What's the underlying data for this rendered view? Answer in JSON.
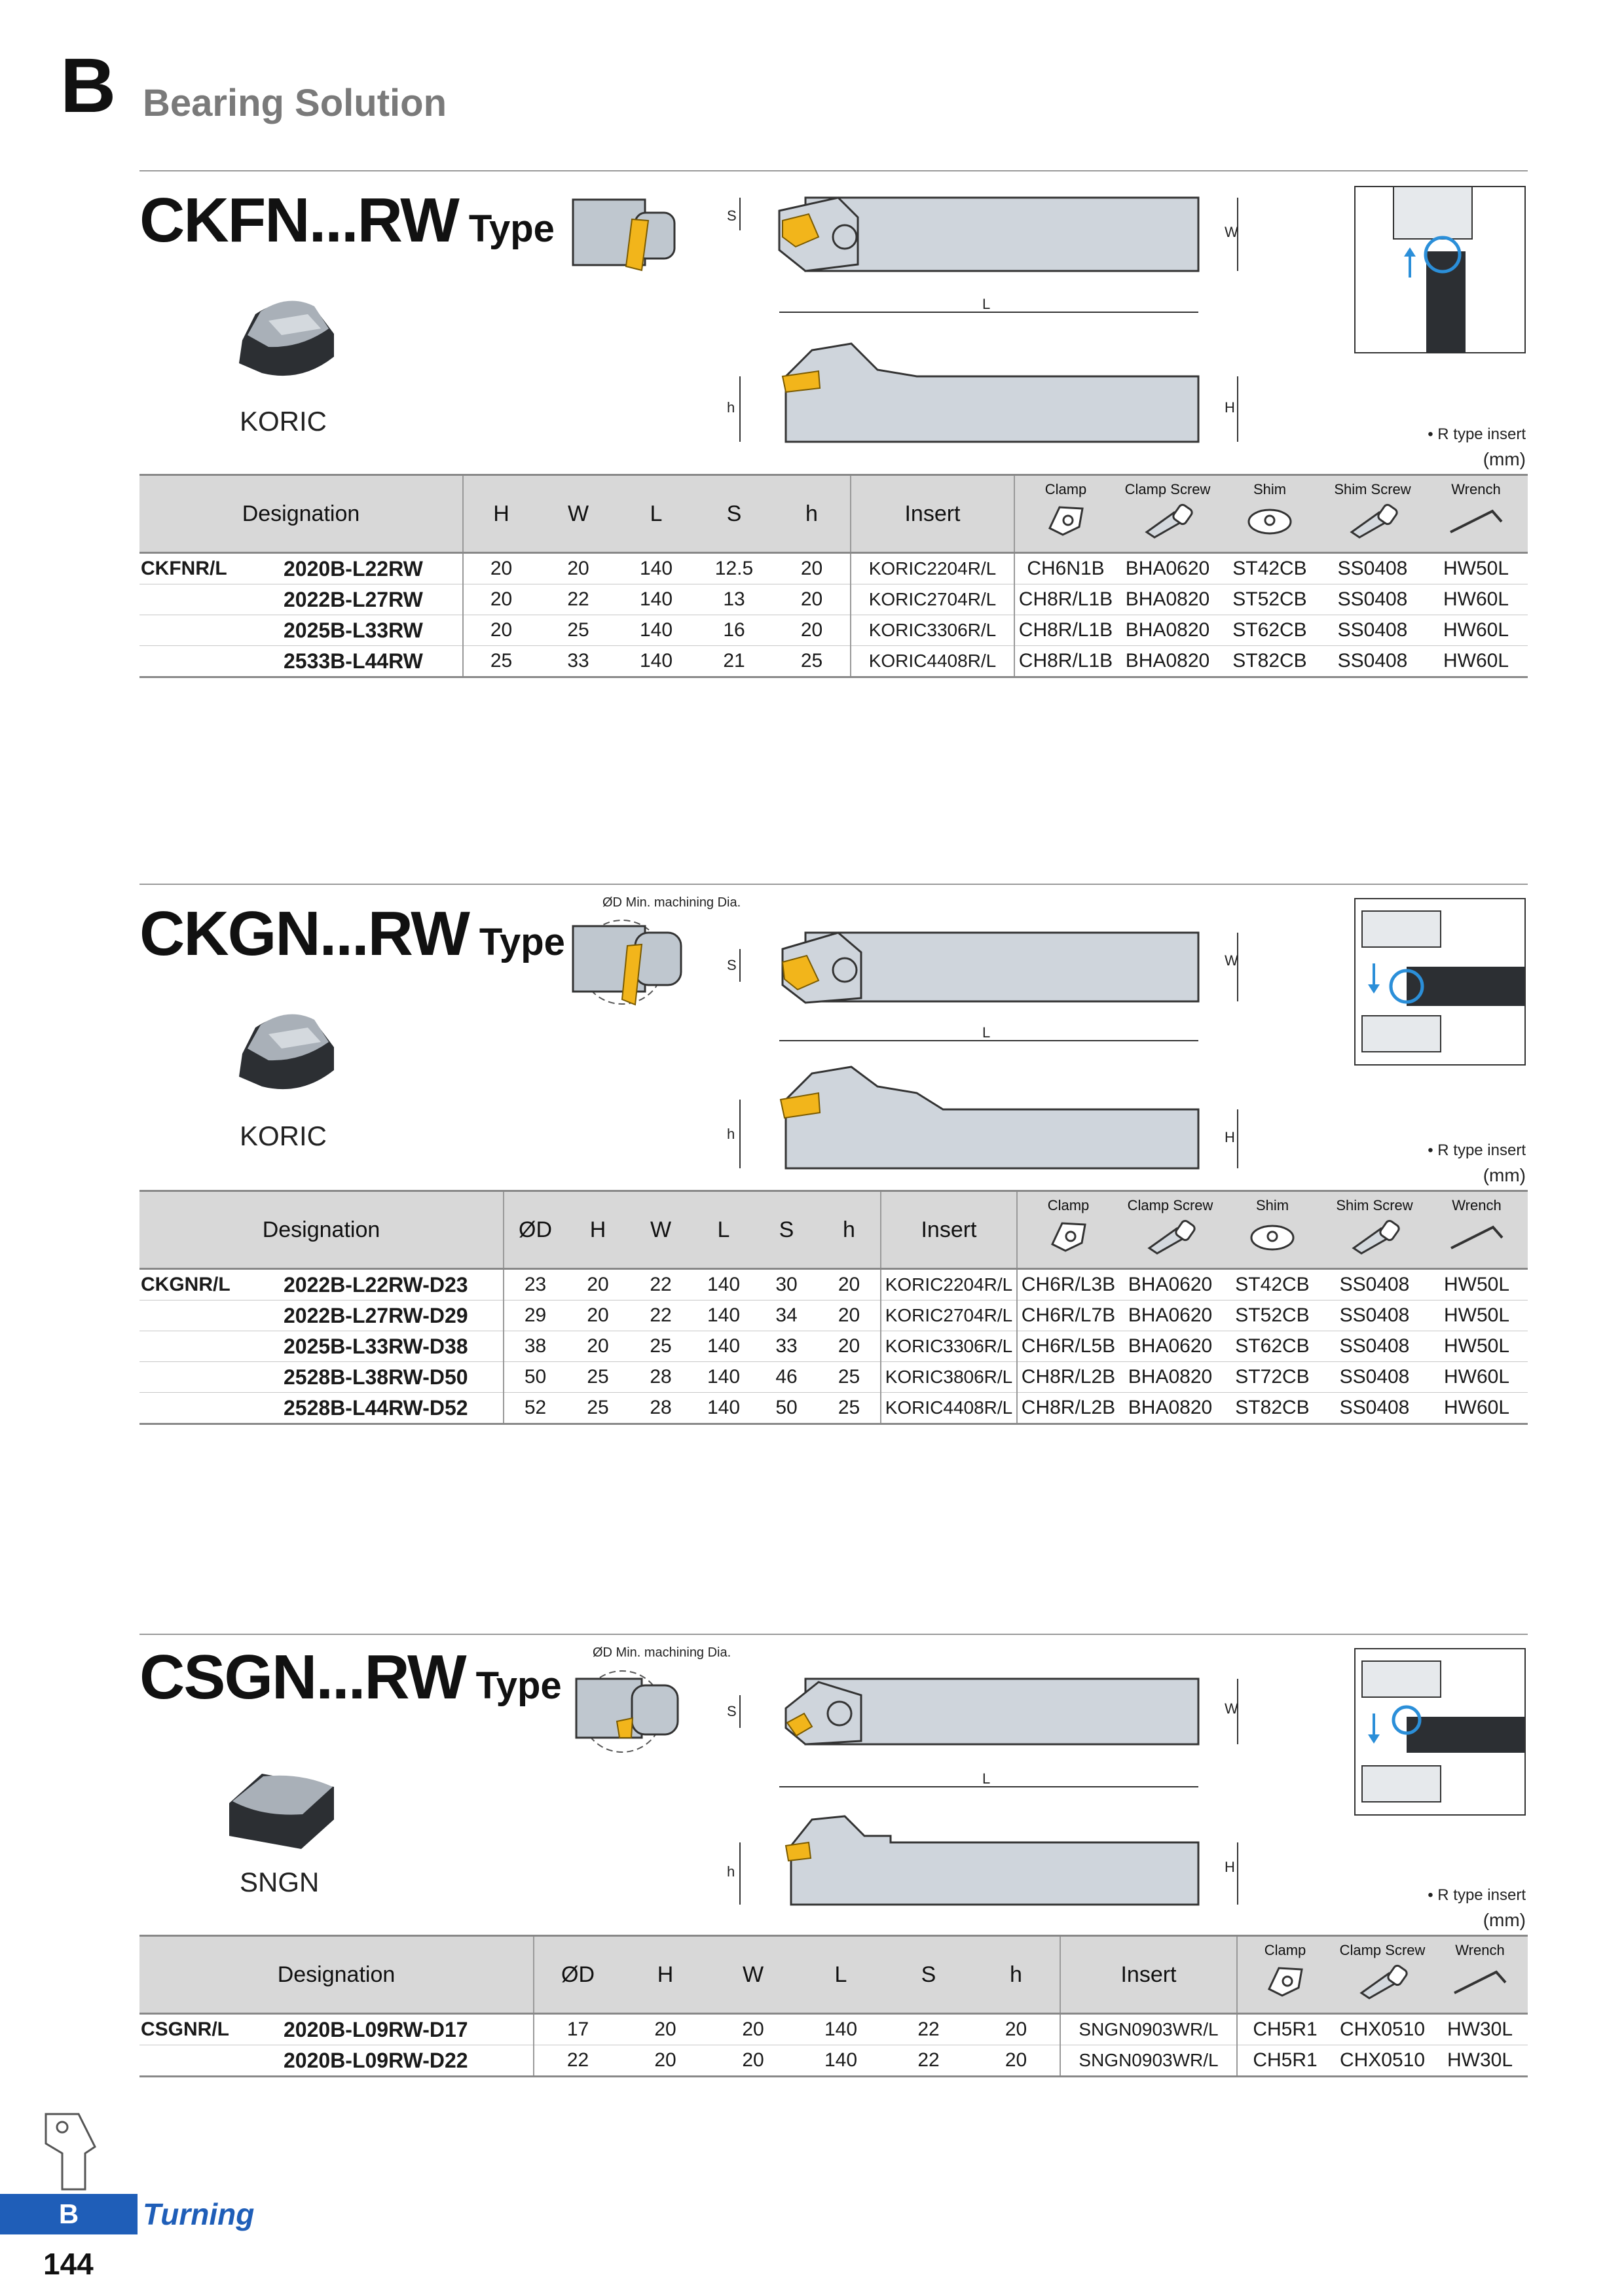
{
  "header": {
    "section_letter": "B",
    "title": "Bearing Solution"
  },
  "sections": [
    {
      "title_main": "CKFN...RW",
      "title_suffix": "Type",
      "insert_shape": "KORIC",
      "note": "• R type insert",
      "unit": "(mm)",
      "dim_labels": {
        "s": "S",
        "w": "W",
        "l": "L",
        "h_small": "h",
        "h_big": "H"
      },
      "headers": {
        "designation": "Designation",
        "H": "H",
        "W": "W",
        "L": "L",
        "S": "S",
        "h": "h",
        "insert": "Insert",
        "clamp": "Clamp",
        "clamp_screw": "Clamp Screw",
        "shim": "Shim",
        "shim_screw": "Shim Screw",
        "wrench": "Wrench"
      },
      "series": "CKFNR/L",
      "rows": [
        {
          "designation": "2020B-L22RW",
          "H": "20",
          "W": "20",
          "L": "140",
          "S": "12.5",
          "h": "20",
          "insert": "KORIC2204R/L",
          "clamp": "CH6N1B",
          "clamp_screw": "BHA0620",
          "shim": "ST42CB",
          "shim_screw": "SS0408",
          "wrench": "HW50L"
        },
        {
          "designation": "2022B-L27RW",
          "H": "20",
          "W": "22",
          "L": "140",
          "S": "13",
          "h": "20",
          "insert": "KORIC2704R/L",
          "clamp": "CH8R/L1B",
          "clamp_screw": "BHA0820",
          "shim": "ST52CB",
          "shim_screw": "SS0408",
          "wrench": "HW60L"
        },
        {
          "designation": "2025B-L33RW",
          "H": "20",
          "W": "25",
          "L": "140",
          "S": "16",
          "h": "20",
          "insert": "KORIC3306R/L",
          "clamp": "CH8R/L1B",
          "clamp_screw": "BHA0820",
          "shim": "ST62CB",
          "shim_screw": "SS0408",
          "wrench": "HW60L"
        },
        {
          "designation": "2533B-L44RW",
          "H": "25",
          "W": "33",
          "L": "140",
          "S": "21",
          "h": "25",
          "insert": "KORIC4408R/L",
          "clamp": "CH8R/L1B",
          "clamp_screw": "BHA0820",
          "shim": "ST82CB",
          "shim_screw": "SS0408",
          "wrench": "HW60L"
        }
      ]
    },
    {
      "title_main": "CKGN...RW",
      "title_suffix": "Type",
      "insert_shape": "KORIC",
      "note": "• R type insert",
      "unit": "(mm)",
      "min_dia_label": "ØD Min. machining Dia.",
      "dim_labels": {
        "s": "S",
        "w": "W",
        "l": "L",
        "h_small": "h",
        "h_big": "H"
      },
      "headers": {
        "designation": "Designation",
        "D": "ØD",
        "H": "H",
        "W": "W",
        "L": "L",
        "S": "S",
        "h": "h",
        "insert": "Insert",
        "clamp": "Clamp",
        "clamp_screw": "Clamp Screw",
        "shim": "Shim",
        "shim_screw": "Shim Screw",
        "wrench": "Wrench"
      },
      "series": "CKGNR/L",
      "rows": [
        {
          "designation": "2022B-L22RW-D23",
          "D": "23",
          "H": "20",
          "W": "22",
          "L": "140",
          "S": "30",
          "h": "20",
          "insert": "KORIC2204R/L",
          "clamp": "CH6R/L3B",
          "clamp_screw": "BHA0620",
          "shim": "ST42CB",
          "shim_screw": "SS0408",
          "wrench": "HW50L"
        },
        {
          "designation": "2022B-L27RW-D29",
          "D": "29",
          "H": "20",
          "W": "22",
          "L": "140",
          "S": "34",
          "h": "20",
          "insert": "KORIC2704R/L",
          "clamp": "CH6R/L7B",
          "clamp_screw": "BHA0620",
          "shim": "ST52CB",
          "shim_screw": "SS0408",
          "wrench": "HW50L"
        },
        {
          "designation": "2025B-L33RW-D38",
          "D": "38",
          "H": "20",
          "W": "25",
          "L": "140",
          "S": "33",
          "h": "20",
          "insert": "KORIC3306R/L",
          "clamp": "CH6R/L5B",
          "clamp_screw": "BHA0620",
          "shim": "ST62CB",
          "shim_screw": "SS0408",
          "wrench": "HW50L"
        },
        {
          "designation": "2528B-L38RW-D50",
          "D": "50",
          "H": "25",
          "W": "28",
          "L": "140",
          "S": "46",
          "h": "25",
          "insert": "KORIC3806R/L",
          "clamp": "CH8R/L2B",
          "clamp_screw": "BHA0820",
          "shim": "ST72CB",
          "shim_screw": "SS0408",
          "wrench": "HW60L"
        },
        {
          "designation": "2528B-L44RW-D52",
          "D": "52",
          "H": "25",
          "W": "28",
          "L": "140",
          "S": "50",
          "h": "25",
          "insert": "KORIC4408R/L",
          "clamp": "CH8R/L2B",
          "clamp_screw": "BHA0820",
          "shim": "ST82CB",
          "shim_screw": "SS0408",
          "wrench": "HW60L"
        }
      ]
    },
    {
      "title_main": "CSGN...RW",
      "title_suffix": "Type",
      "insert_shape": "SNGN",
      "note": "• R type insert",
      "unit": "(mm)",
      "min_dia_label": "ØD Min. machining Dia.",
      "dim_labels": {
        "s": "S",
        "w": "W",
        "l": "L",
        "h_small": "h",
        "h_big": "H"
      },
      "headers": {
        "designation": "Designation",
        "D": "ØD",
        "H": "H",
        "W": "W",
        "L": "L",
        "S": "S",
        "h": "h",
        "insert": "Insert",
        "clamp": "Clamp",
        "clamp_screw": "Clamp Screw",
        "wrench": "Wrench"
      },
      "series": "CSGNR/L",
      "rows": [
        {
          "designation": "2020B-L09RW-D17",
          "D": "17",
          "H": "20",
          "W": "20",
          "L": "140",
          "S": "22",
          "h": "20",
          "insert": "SNGN0903WR/L",
          "clamp": "CH5R1",
          "clamp_screw": "CHX0510",
          "wrench": "HW30L"
        },
        {
          "designation": "2020B-L09RW-D22",
          "D": "22",
          "H": "20",
          "W": "20",
          "L": "140",
          "S": "22",
          "h": "20",
          "insert": "SNGN0903WR/L",
          "clamp": "CH5R1",
          "clamp_screw": "CHX0510",
          "wrench": "HW30L"
        }
      ]
    }
  ],
  "footer": {
    "tab_letter": "B",
    "category": "Turning",
    "page_number": "144"
  },
  "colors": {
    "accent_blue": "#1f5eb8",
    "insert_gold": "#f2b51b",
    "header_gray": "#d8d8d8"
  }
}
